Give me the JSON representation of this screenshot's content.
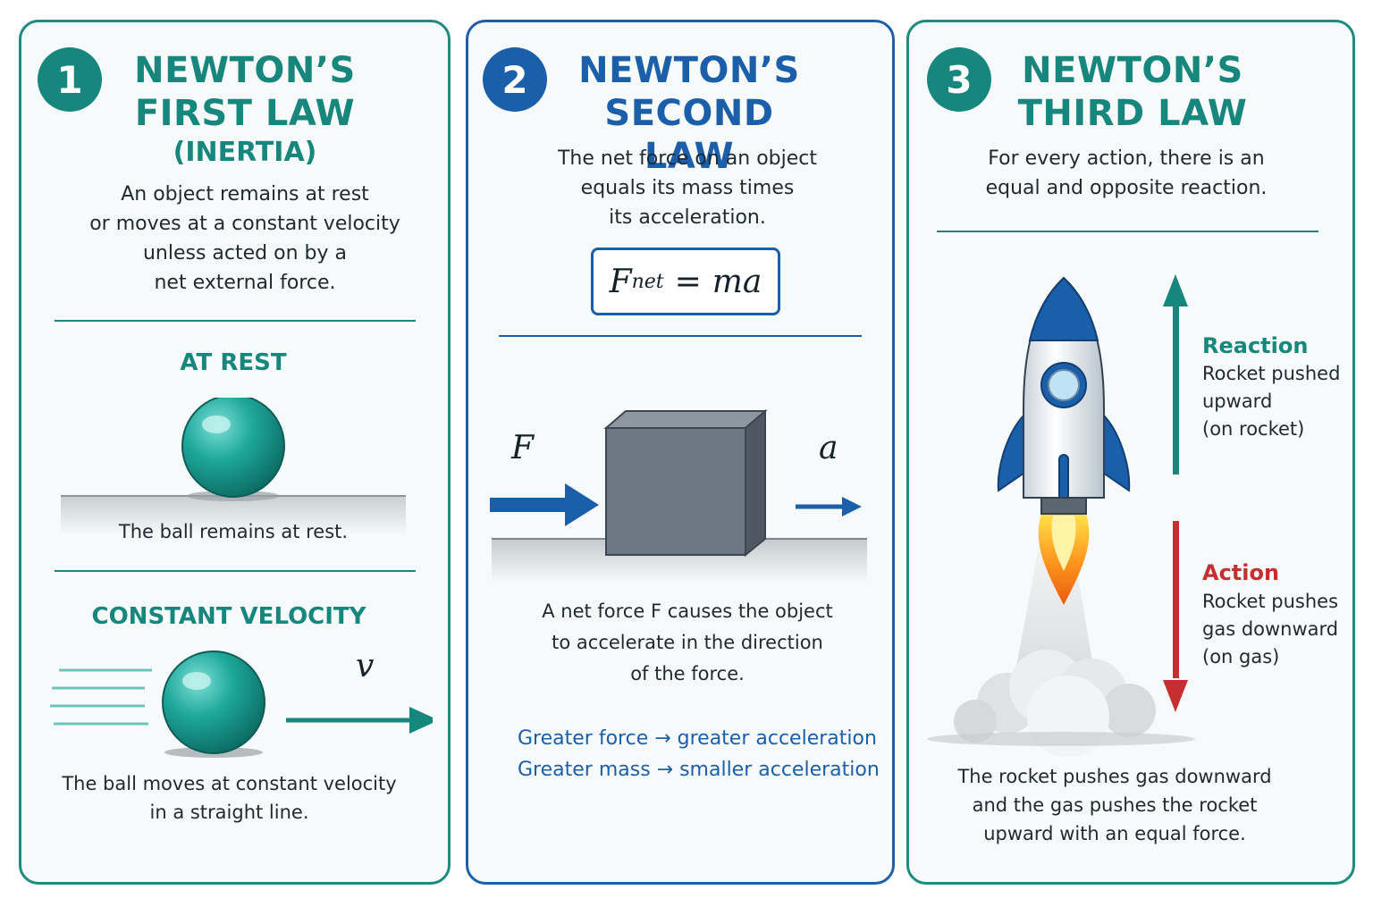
{
  "panels": [
    {
      "number": "1",
      "title_line1": "NEWTON’S",
      "title_line2": "FIRST LAW",
      "subtitle": "(INERTIA)",
      "description": "An object remains at rest\nor moves at a constant velocity\nunless acted on by a\nnet external force.",
      "rest_label": "AT REST",
      "rest_caption": "The ball remains at rest.",
      "velocity_label": "CONSTANT VELOCITY",
      "velocity_symbol": "v",
      "velocity_caption": "The ball moves at constant velocity\nin a straight line."
    },
    {
      "number": "2",
      "title_line1": "NEWTON’S",
      "title_line2": "SECOND LAW",
      "description": "The net force on an object\nequals its mass times\nits acceleration.",
      "formula_f": "F",
      "formula_sub": "net",
      "formula_eq": "=",
      "formula_rhs": "ma",
      "force_symbol": "F",
      "accel_symbol": "a",
      "caption": "A net force F causes the object\nto accelerate in the direction\nof the force.",
      "relation1": "Greater force → greater acceleration",
      "relation2": "Greater mass → smaller acceleration"
    },
    {
      "number": "3",
      "title_line1": "NEWTON’S",
      "title_line2": "THIRD LAW",
      "description": "For every action, there is an\nequal and opposite reaction.",
      "reaction_title": "Reaction",
      "reaction_text": "Rocket pushed\nupward\n(on rocket)",
      "action_title": "Action",
      "action_text": "Rocket pushes\ngas downward\n(on gas)",
      "caption": "The rocket pushes gas downward\nand the gas pushes the rocket\nupward with an equal force."
    }
  ],
  "colors": {
    "teal": "#17877e",
    "blue": "#1b5faa",
    "red": "#c62f2f",
    "block_gray": "#6e7884"
  },
  "icons": {
    "ball": "teal-sphere",
    "block": "gray-cube",
    "rocket": "rocket-icon",
    "flame": "flame-icon",
    "smoke": "smoke-cloud"
  }
}
